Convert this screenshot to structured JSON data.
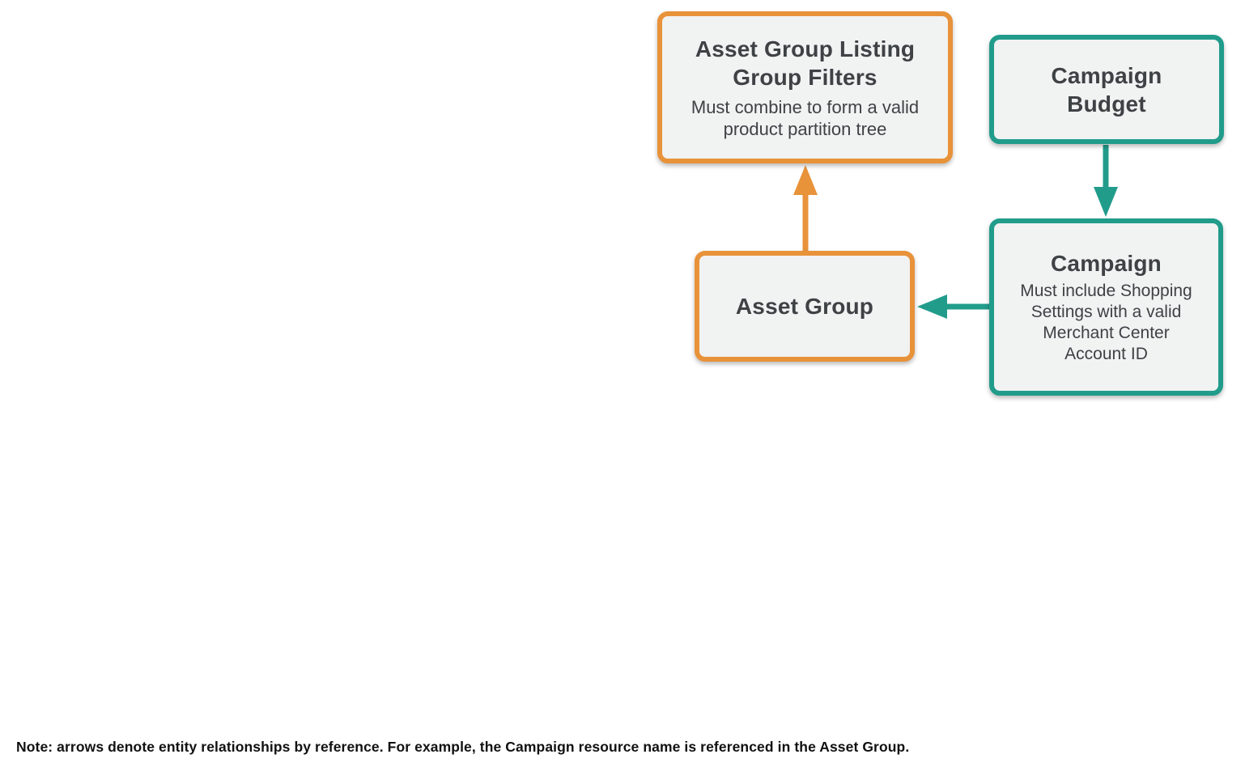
{
  "diagram": {
    "nodes": [
      {
        "id": "asset-group-listing-group-filters",
        "title": "Asset Group Listing Group Filters",
        "subtitle": "Must combine to form a valid product partition tree",
        "accent": "orange"
      },
      {
        "id": "campaign-budget",
        "title": "Campaign Budget",
        "subtitle": "",
        "accent": "teal"
      },
      {
        "id": "campaign",
        "title": "Campaign",
        "subtitle": "Must include Shopping Settings with a valid Merchant Center Account ID",
        "accent": "teal"
      },
      {
        "id": "asset-group",
        "title": "Asset Group",
        "subtitle": "",
        "accent": "orange"
      }
    ],
    "edges": [
      {
        "from": "asset-group",
        "to": "asset-group-listing-group-filters",
        "color": "orange",
        "direction": "up"
      },
      {
        "from": "campaign-budget",
        "to": "campaign",
        "color": "teal",
        "direction": "down"
      },
      {
        "from": "campaign",
        "to": "asset-group",
        "color": "teal",
        "direction": "left"
      }
    ],
    "colors": {
      "orange": "#E8923A",
      "teal": "#219C8B",
      "box_fill": "#F1F2F2",
      "title_text": "#3E4245"
    }
  },
  "note": "Note: arrows denote entity relationships by reference. For example, the Campaign resource name is referenced in the Asset Group."
}
